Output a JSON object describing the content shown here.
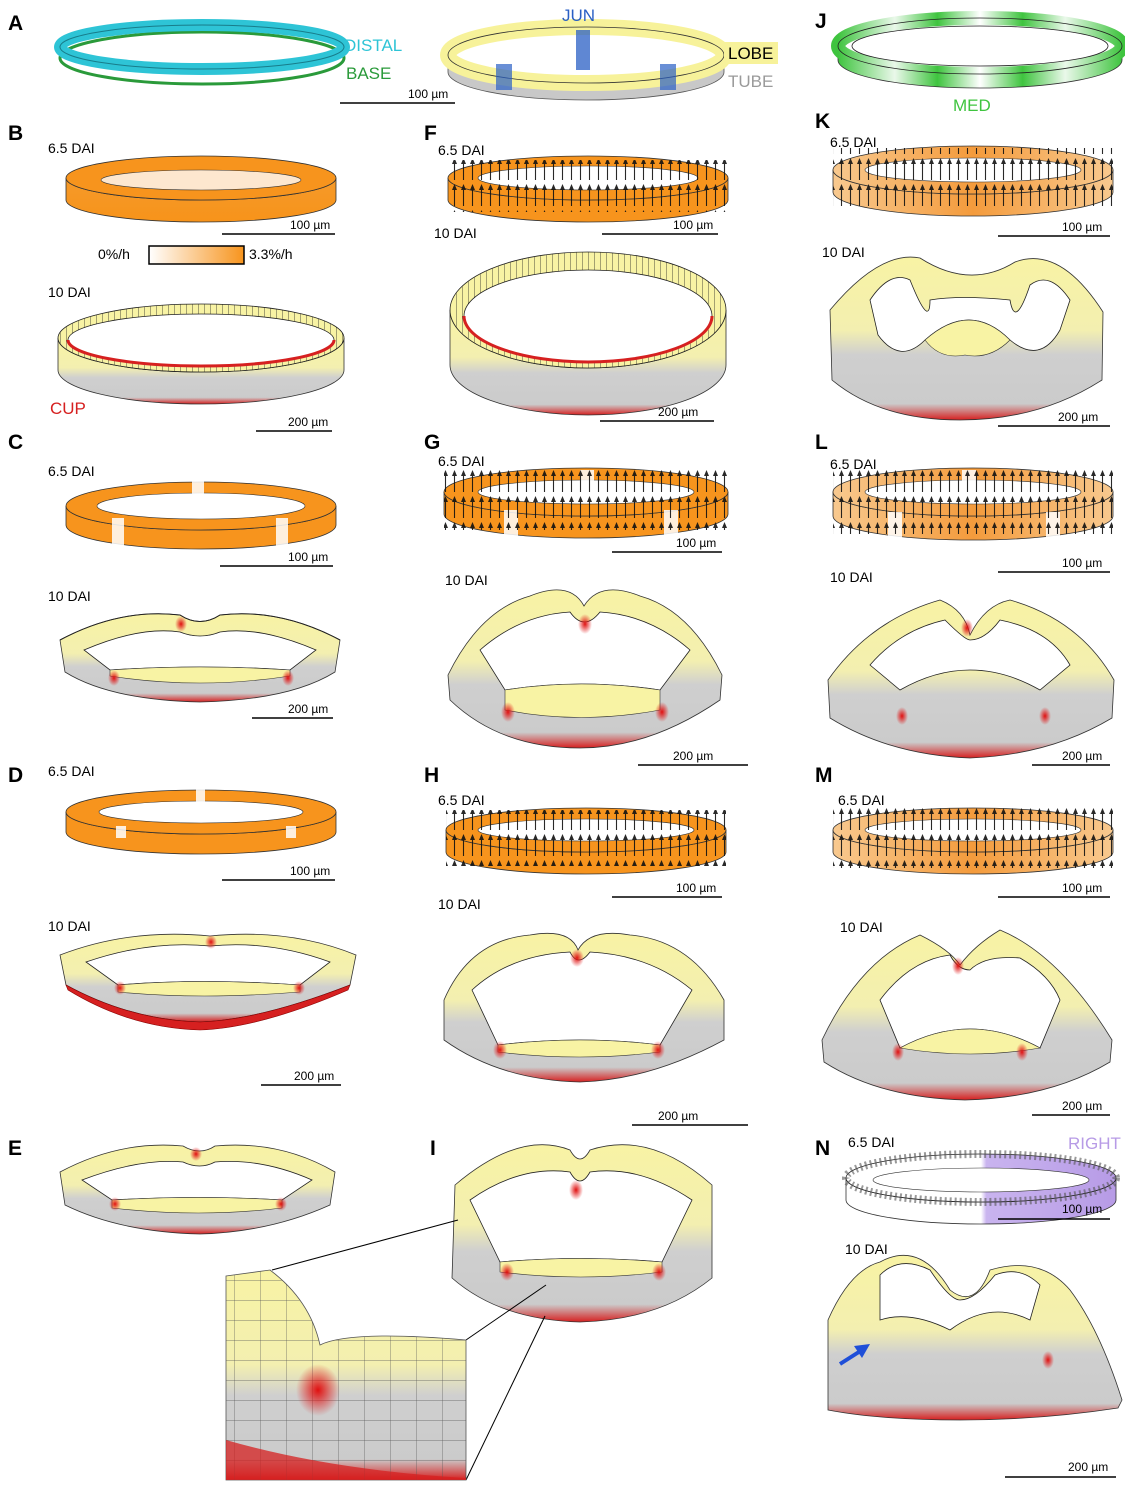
{
  "panels": {
    "A": {
      "label": "A",
      "distal": "DISTAL",
      "base": "BASE",
      "jun": "JUN",
      "lobe": "LOBE",
      "tube": "TUBE",
      "scale": "100 µm"
    },
    "B": {
      "label": "B",
      "t1": "6.5 DAI",
      "scale1": "100 µm",
      "legend_min": "0%/h",
      "legend_max": "3.3%/h",
      "t2": "10 DAI",
      "cup": "CUP",
      "scale2": "200 µm"
    },
    "C": {
      "label": "C",
      "t1": "6.5 DAI",
      "scale1": "100 µm",
      "t2": "10 DAI",
      "scale2": "200 µm"
    },
    "D": {
      "label": "D",
      "t1": "6.5 DAI",
      "scale1": "100 µm",
      "t2": "10 DAI",
      "scale2": "200 µm"
    },
    "E": {
      "label": "E"
    },
    "F": {
      "label": "F",
      "t1": "6.5 DAI",
      "scale1": "100 µm",
      "t2": "10 DAI",
      "scale2": "200 µm"
    },
    "G": {
      "label": "G",
      "t1": "6.5 DAI",
      "scale1": "100 µm",
      "t2": "10 DAI",
      "scale2": "200 µm"
    },
    "H": {
      "label": "H",
      "t1": "6.5 DAI",
      "scale1": "100 µm",
      "t2": "10 DAI",
      "scale2": "200 µm"
    },
    "I": {
      "label": "I"
    },
    "J": {
      "label": "J",
      "med": "MED"
    },
    "K": {
      "label": "K",
      "t1": "6.5 DAI",
      "scale1": "100 µm",
      "t2": "10 DAI",
      "scale2": "200 µm"
    },
    "L": {
      "label": "L",
      "t1": "6.5 DAI",
      "scale1": "100 µm",
      "t2": "10 DAI",
      "scale2": "200 µm"
    },
    "M": {
      "label": "M",
      "t1": "6.5 DAI",
      "scale1": "100 µm",
      "t2": "10 DAI",
      "scale2": "200 µm"
    },
    "N": {
      "label": "N",
      "t1": "6.5 DAI",
      "right": "RIGHT",
      "scale1": "100 µm",
      "t2": "10 DAI",
      "scale2": "200 µm"
    }
  },
  "colors": {
    "distal": "#2ec4d6",
    "base": "#2a9a3a",
    "jun": "#2a5fc4",
    "lobe": "#f7f29a",
    "tube": "#c8c8c8",
    "growth": "#f7941d",
    "cup": "#d62020",
    "med": "#3fc43f",
    "right": "#b79be6",
    "arrow": "#1f4fd8"
  }
}
